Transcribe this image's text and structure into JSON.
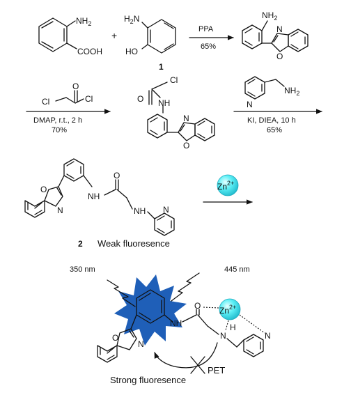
{
  "step1": {
    "reactant_a": {
      "nh2": "NH",
      "nh2_sub": "2",
      "cooh": "COOH"
    },
    "plus": "+",
    "reactant_b": {
      "h2n": "H",
      "h2n_sub": "2",
      "h2n_n": "N",
      "ho": "HO",
      "compound_number": "1"
    },
    "reagent": "PPA",
    "yield": "65%",
    "product": {
      "nh2": "NH",
      "nh2_sub": "2",
      "n": "N",
      "o": "O"
    }
  },
  "step2": {
    "reagent_labels": {
      "cl_left": "Cl",
      "o": "O",
      "cl_right": "Cl"
    },
    "conditions": "DMAP, r.t., 2 h",
    "yield": "70%",
    "product": {
      "cl": "Cl",
      "o_carbonyl": "O",
      "nh": "NH",
      "n": "N",
      "o": "O"
    }
  },
  "step3": {
    "reagent_labels": {
      "n": "N",
      "nh2": "NH",
      "nh2_sub": "2"
    },
    "conditions": "KI, DIEA, 10 h",
    "yield": "65%"
  },
  "probe": {
    "labels": {
      "o_ring": "O",
      "n_ring": "N",
      "nh": "NH",
      "o_carbonyl": "O",
      "nh_amine": "NH",
      "n_pyr": "N"
    },
    "compound_number": "2",
    "caption": "Weak fluoresence",
    "zinc": {
      "symbol": "Zn",
      "charge": "2+"
    }
  },
  "complex": {
    "excitation": "350 nm",
    "emission": "445 nm",
    "labels": {
      "o_carbonyl": "O",
      "nh": "NH",
      "n_amine": "N",
      "n_amine_h": "H",
      "n_pyr": "N",
      "n_oxazole": "N",
      "o_oxazole": "O"
    },
    "zinc": {
      "symbol": "Zn",
      "charge": "2+"
    },
    "pet_label": "PET",
    "caption": "Strong fluoresence"
  },
  "colors": {
    "ink": "#111111",
    "burst": "#1f5fb8",
    "zinc_sphere": "#3ee0ee"
  }
}
